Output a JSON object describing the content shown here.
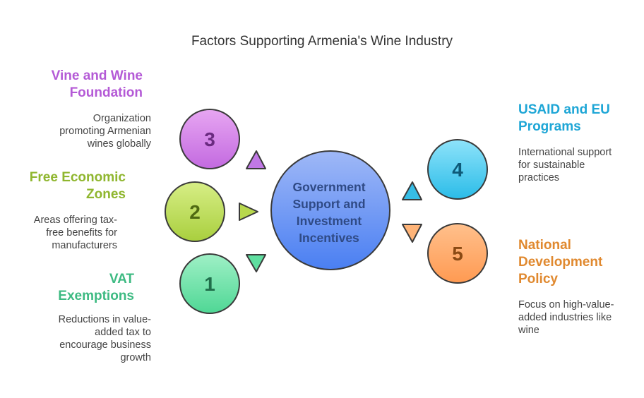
{
  "title": "Factors Supporting Armenia's Wine Industry",
  "center": {
    "lines": [
      "Government",
      "Support and",
      "Investment",
      "Incentives"
    ],
    "color": "#5b8ef5"
  },
  "factors": [
    {
      "number": "3",
      "heading_lines": [
        "Vine and Wine",
        "Foundation"
      ],
      "description_lines": [
        "Organization",
        "promoting Armenian",
        "wines globally"
      ],
      "color": "#b45ad6"
    },
    {
      "number": "2",
      "heading_lines": [
        "Free Economic",
        "Zones"
      ],
      "description_lines": [
        "Areas offering tax-",
        "free benefits for",
        "manufacturers"
      ],
      "color": "#8fb62e"
    },
    {
      "number": "1",
      "heading_lines": [
        "VAT",
        "Exemptions"
      ],
      "description_lines": [
        "Reductions in value-",
        "added tax to",
        "encourage business",
        "growth"
      ],
      "color": "#3dba82"
    },
    {
      "number": "4",
      "heading_lines": [
        "USAID and EU",
        "Programs"
      ],
      "description_lines": [
        "International support",
        "for sustainable",
        "practices"
      ],
      "color": "#1ea6d6"
    },
    {
      "number": "5",
      "heading_lines": [
        "National",
        "Development",
        "Policy"
      ],
      "description_lines": [
        "Focus on high-value-",
        "added industries like",
        "wine"
      ],
      "color": "#e0892f"
    }
  ]
}
